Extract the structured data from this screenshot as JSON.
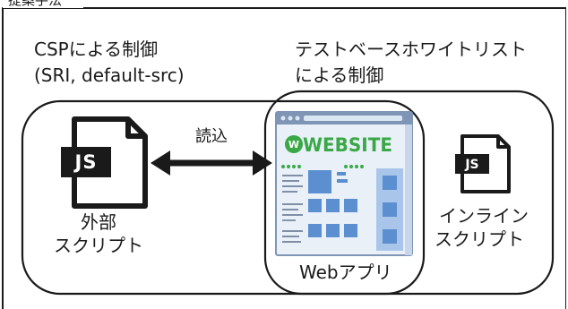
{
  "header": {
    "label": "提案手法"
  },
  "csp_region": {
    "label_line1": "CSPによる制御",
    "label_line2": "(SRI, default-src)"
  },
  "whitelist_region": {
    "label_line1": "テストベースホワイトリスト",
    "label_line2": "による制御"
  },
  "external_script": {
    "icon_text": "JS",
    "label_line1": "外部",
    "label_line2": "スクリプト"
  },
  "arrow": {
    "label": "読込"
  },
  "web_app": {
    "banner_text": "WEBSITE",
    "label": "Webアプリ"
  },
  "inline_script": {
    "icon_text": "JS",
    "label_line1": "インライン",
    "label_line2": "スクリプト"
  },
  "colors": {
    "outline": "#1a1a1a",
    "js_badge": "#1a1a1a",
    "browser_frame": "#7f95b5",
    "browser_bg": "#e9f0f8",
    "website_green": "#3aa847",
    "tile_blue": "#5b8fd0",
    "side_panel": "#a9c6ea"
  },
  "icons": [
    "document-js-icon",
    "double-arrow-icon",
    "browser-window-icon"
  ]
}
